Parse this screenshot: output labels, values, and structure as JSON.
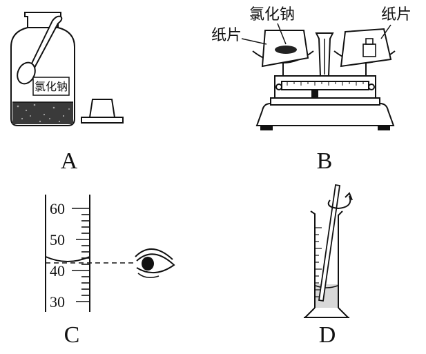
{
  "panels": {
    "a": {
      "letter": "A",
      "jar_label": "氯化钠"
    },
    "b": {
      "letter": "B",
      "label_salt": "氯化钠",
      "label_paper_left": "纸片",
      "label_paper_right": "纸片"
    },
    "c": {
      "letter": "C",
      "scale": [
        "60",
        "50",
        "40",
        "30"
      ]
    },
    "d": {
      "letter": "D"
    }
  }
}
